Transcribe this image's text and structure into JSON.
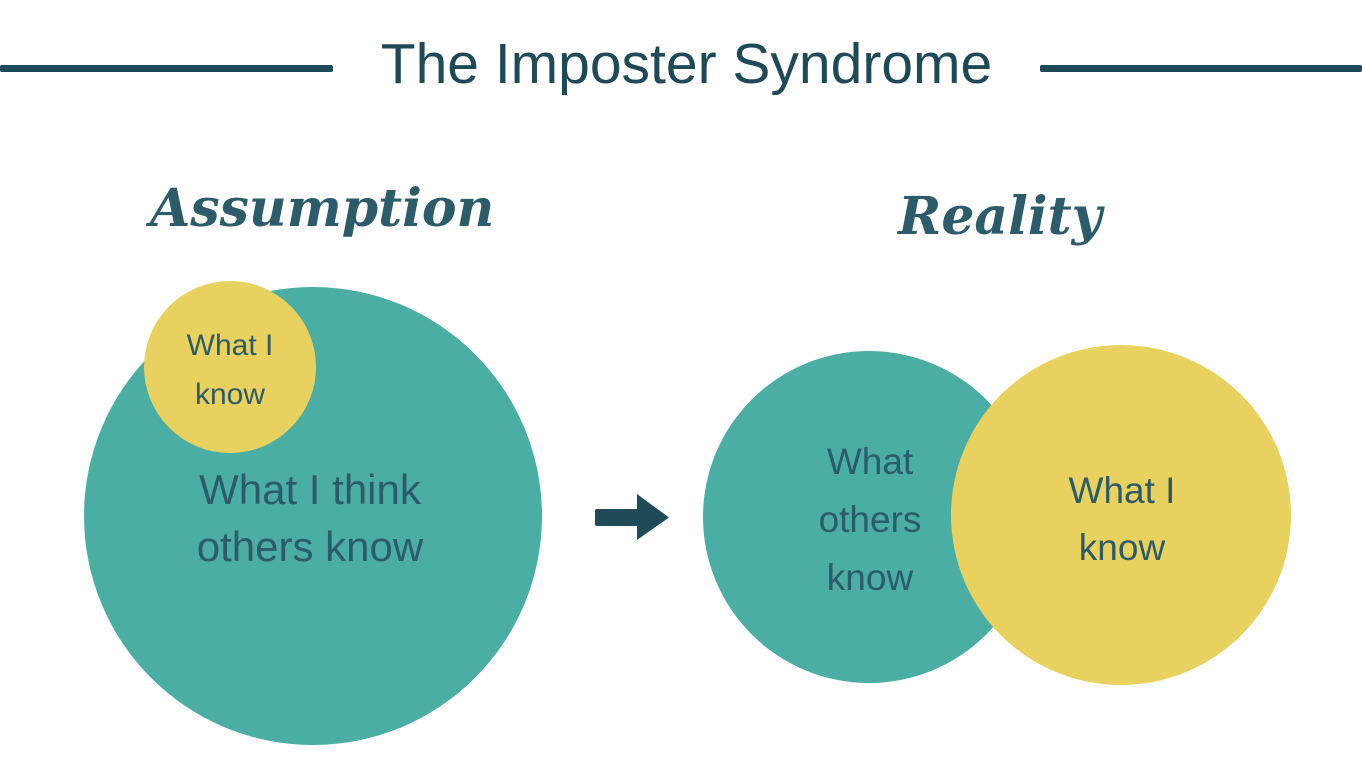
{
  "title": "The Imposter Syndrome",
  "colors": {
    "teal": "#4aaea4",
    "yellow": "#e9d15f",
    "ink": "#1e4956",
    "text-ink": "#2c5b69",
    "bg": "#ffffff"
  },
  "assumption": {
    "label": "Assumption",
    "big_circle_text": "What I think others know",
    "small_circle_text": "What I know"
  },
  "reality": {
    "label": "Reality",
    "teal_circle_text": "What others know",
    "yellow_circle_text": "What I know"
  },
  "icons": {
    "arrow": "right-arrow"
  }
}
